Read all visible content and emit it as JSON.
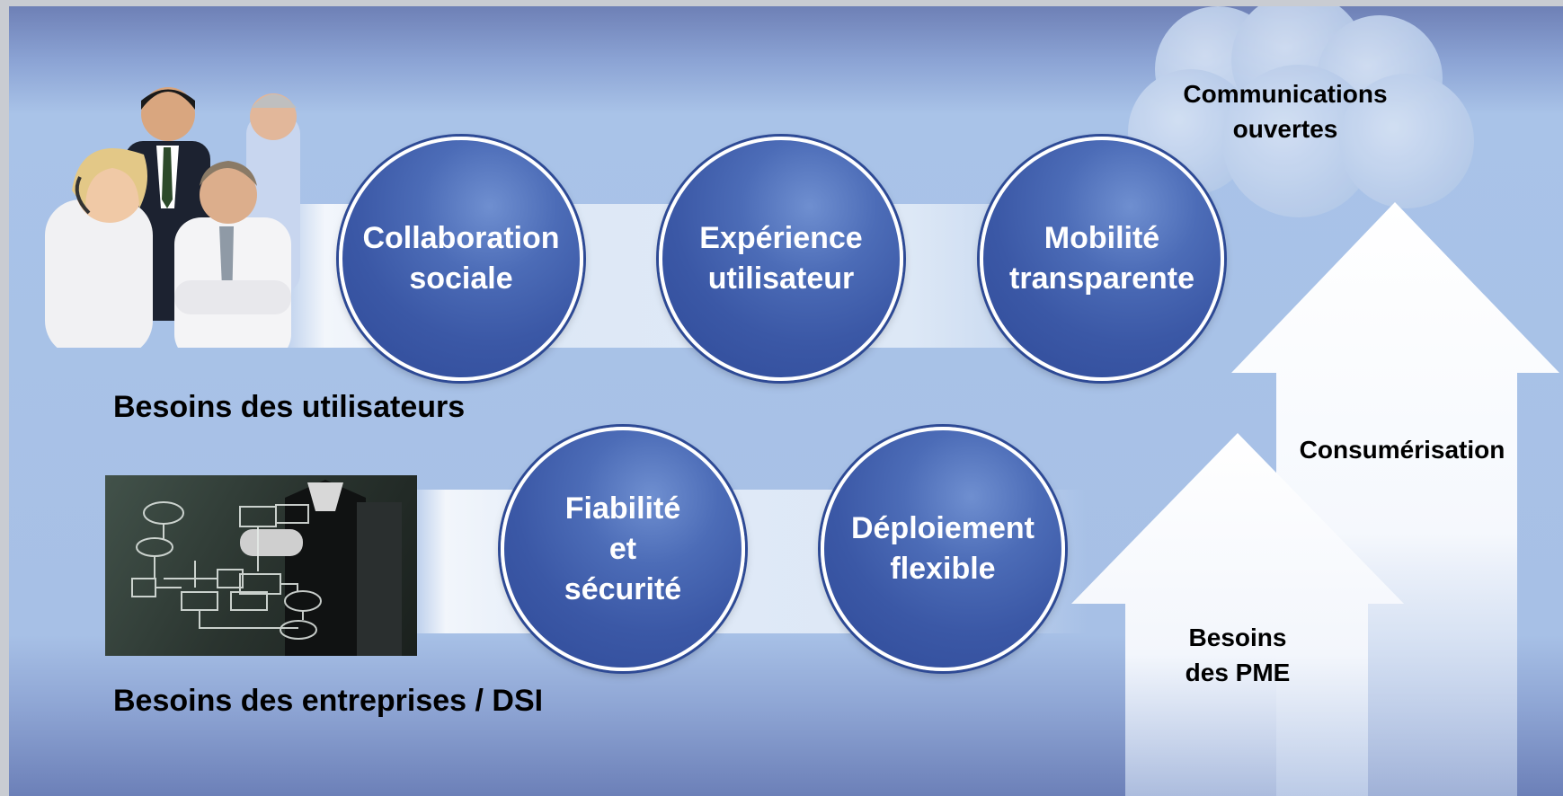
{
  "labels": {
    "user_needs": "Besoins des utilisateurs",
    "business_needs": "Besoins des entreprises / DSI",
    "open_communications": "Communications\nouvertes",
    "consumerization": "Consumérisation",
    "sme_needs": "Besoins\ndes PME"
  },
  "circles": {
    "collaboration": "Collaboration\nsociale",
    "experience": "Expérience\nutilisateur",
    "mobility": "Mobilité\ntransparente",
    "reliability": "Fiabilité\net\nsécurité",
    "deployment": "Déploiement\nflexible"
  },
  "photos": {
    "team": "business-team-photo",
    "flowchart": "flowchart-drawing-photo"
  }
}
